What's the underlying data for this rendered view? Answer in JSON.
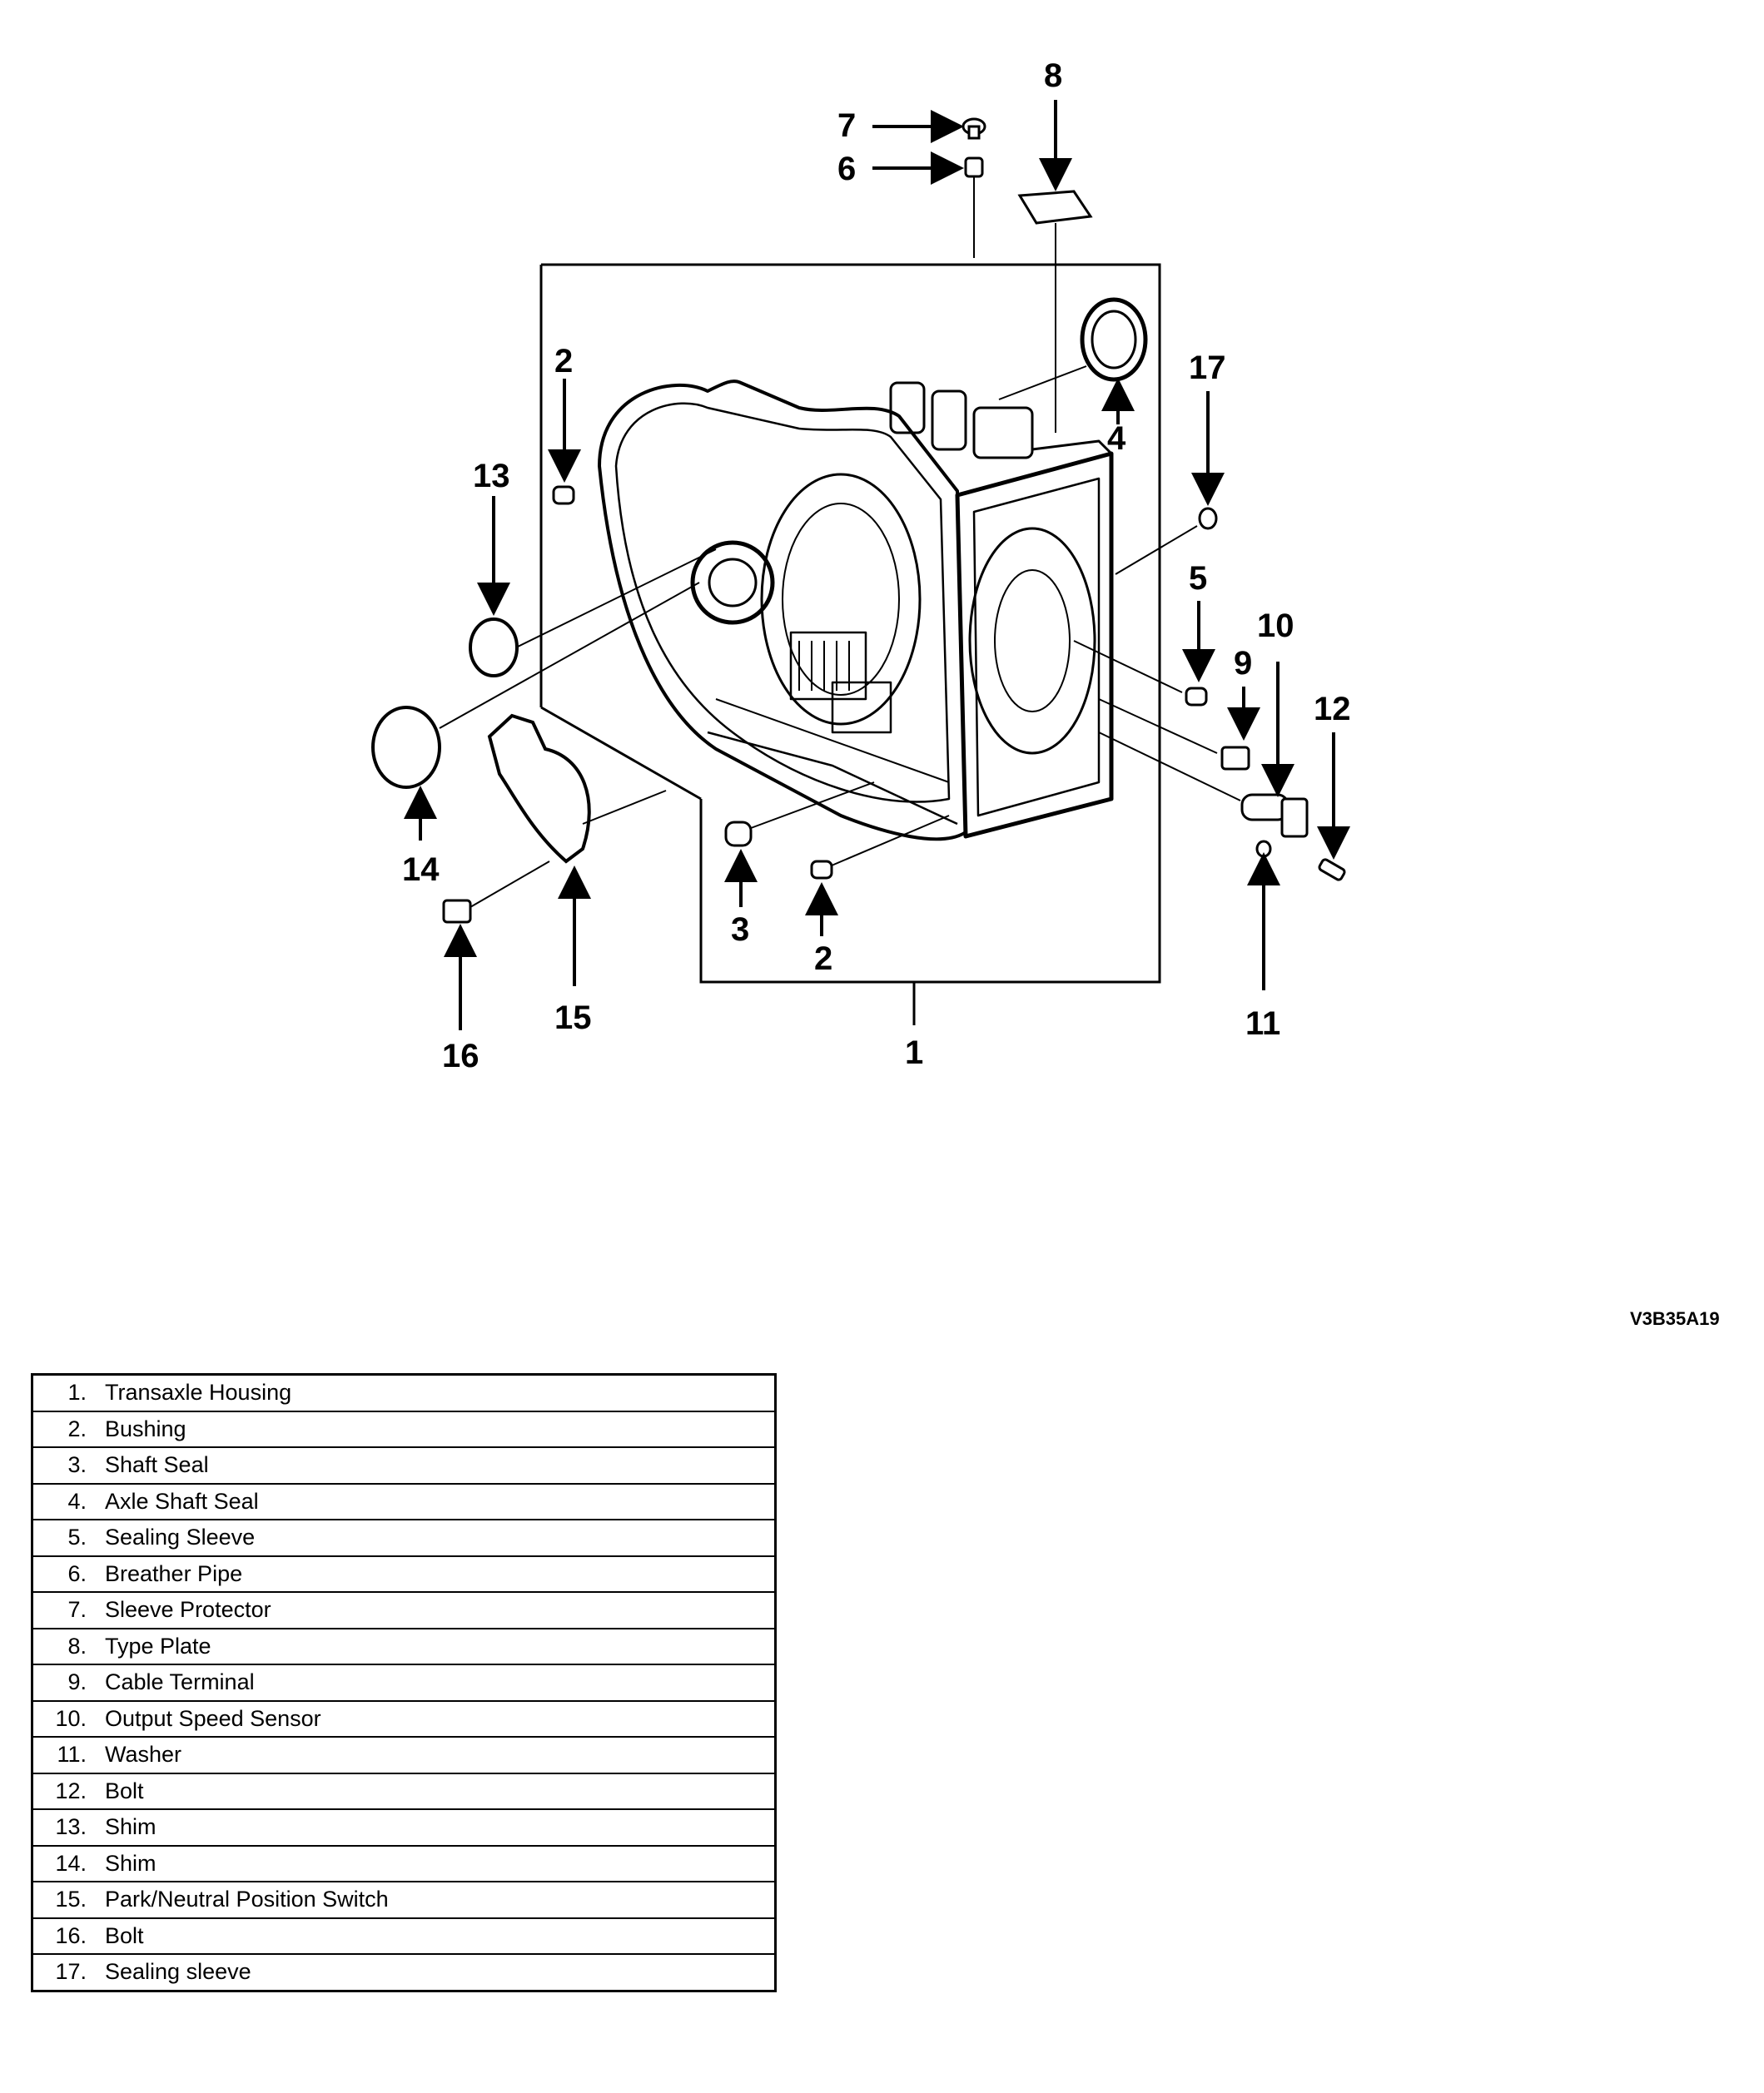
{
  "figure_code": "V3B35A19",
  "callouts": {
    "c1": "1",
    "c2a": "2",
    "c2b": "2",
    "c3": "3",
    "c4": "4",
    "c5": "5",
    "c6": "6",
    "c7": "7",
    "c8": "8",
    "c9": "9",
    "c10": "10",
    "c11": "11",
    "c12": "12",
    "c13": "13",
    "c14": "14",
    "c15": "15",
    "c16": "16",
    "c17": "17"
  },
  "legend": [
    {
      "num": "1.",
      "label": "Transaxle Housing"
    },
    {
      "num": "2.",
      "label": "Bushing"
    },
    {
      "num": "3.",
      "label": "Shaft Seal"
    },
    {
      "num": "4.",
      "label": "Axle Shaft Seal"
    },
    {
      "num": "5.",
      "label": "Sealing Sleeve"
    },
    {
      "num": "6.",
      "label": "Breather Pipe"
    },
    {
      "num": "7.",
      "label": "Sleeve Protector"
    },
    {
      "num": "8.",
      "label": "Type Plate"
    },
    {
      "num": "9.",
      "label": "Cable Terminal"
    },
    {
      "num": "10.",
      "label": "Output Speed Sensor"
    },
    {
      "num": "11.",
      "label": "Washer"
    },
    {
      "num": "12.",
      "label": "Bolt"
    },
    {
      "num": "13.",
      "label": "Shim"
    },
    {
      "num": "14.",
      "label": "Shim"
    },
    {
      "num": "15.",
      "label": "Park/Neutral Position Switch"
    },
    {
      "num": "16.",
      "label": "Bolt"
    },
    {
      "num": "17.",
      "label": "Sealing sleeve"
    }
  ]
}
